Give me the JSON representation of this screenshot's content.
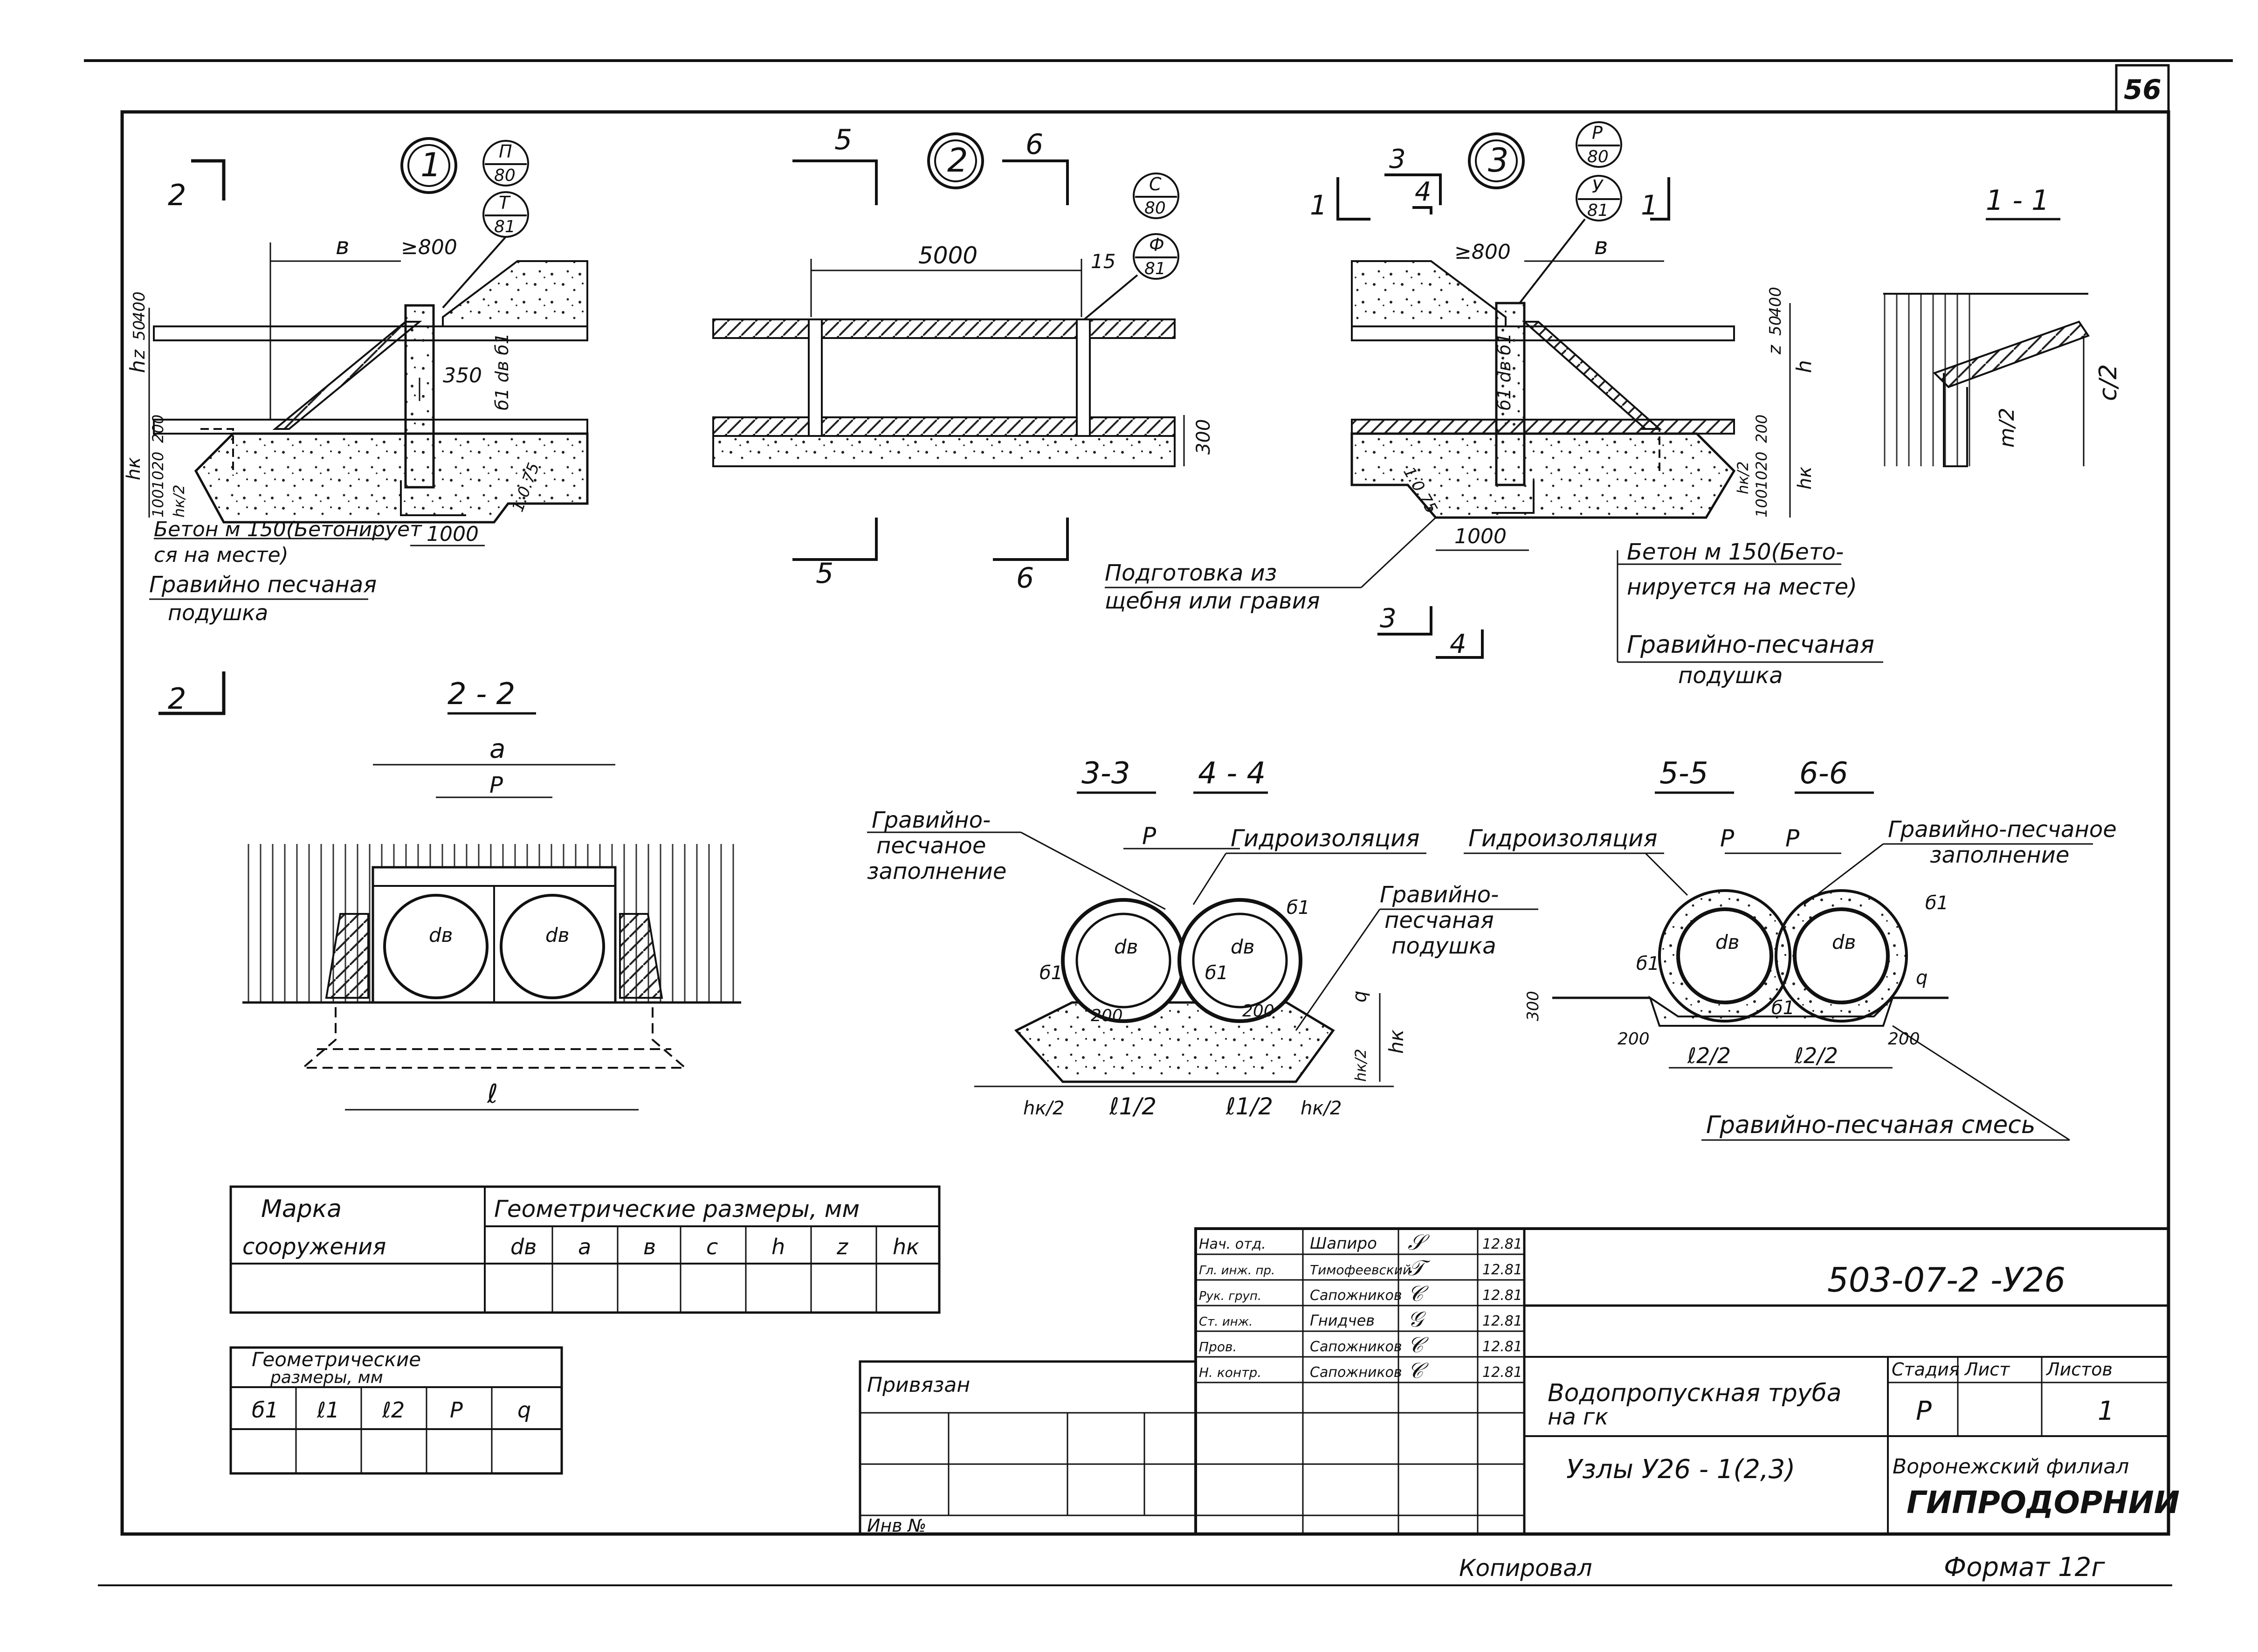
{
  "sheet": {
    "number": "56",
    "designation": "503-07-2 -У26",
    "copied_by": "Копировал",
    "format": "Формат 12г"
  },
  "views": {
    "node1": {
      "label": "1",
      "callout_top": {
        "a": "П",
        "b": "80"
      },
      "callout_bottom": {
        "a": "Т",
        "b": "81"
      }
    },
    "node2": {
      "label": "2",
      "callout_top": {
        "a": "С",
        "b": "80"
      },
      "callout_bottom": {
        "a": "Ф",
        "b": "81"
      }
    },
    "node3": {
      "label": "3",
      "callout_top": {
        "a": "Р",
        "b": "80"
      },
      "callout_bottom": {
        "a": "У",
        "b": "81"
      }
    },
    "sec_1_1": "1 - 1",
    "sec_2_2": "2 - 2",
    "sec_3_3": "3-3",
    "sec_4_4": "4 - 4",
    "sec_5_5": "5-5",
    "sec_6_6": "6-6"
  },
  "cut_marks": {
    "m2": "2",
    "m2b": "2",
    "m5": "5",
    "m5b": "5",
    "m6": "6",
    "m6b": "6",
    "m1": "1",
    "m1b": "1",
    "m3": "3",
    "m3b": "3",
    "m4": "4",
    "m4b": "4"
  },
  "dims": {
    "b": "в",
    "ge800": "≥800",
    "d350": "350",
    "d1000": "1000",
    "d5000": "5000",
    "d15": "15",
    "d300": "300",
    "ge800b": "≥800",
    "b2": "в",
    "d1000b": "1000",
    "h": "h",
    "z": "z",
    "d50": "50",
    "d400": "400",
    "d200": "200",
    "hk": "hк",
    "d100": "100",
    "d1020": "1020",
    "hk2": "hк/2",
    "slope1": "1:0.75",
    "slope2": "1:0.75",
    "pipe_v": "б1 dв б1",
    "pipe_v2": "б1 dв б1",
    "c2": "с/2",
    "m2frac": "m/2",
    "a": "a",
    "p": "P",
    "dv": "dв",
    "dv2": "dв",
    "l": "ℓ",
    "p33": "P",
    "b1a": "б1",
    "b1b": "б1",
    "b1c": "б1",
    "dv33a": "dв",
    "dv33b": "dв",
    "d200a": "200",
    "d200b": "200",
    "hk_33": "hк",
    "hk2_33": "hк/2",
    "q33": "q",
    "hk2_bl": "hк/2",
    "l1_2a": "ℓ1/2",
    "l1_2b": "ℓ1/2",
    "hk2_br": "hк/2",
    "p55a": "P",
    "p55b": "P",
    "b1d": "б1",
    "b1e": "б1",
    "b1f": "б1",
    "dv55a": "dв",
    "dv55b": "dв",
    "d300b": "300",
    "d200c": "200",
    "d200d": "200",
    "q55": "q",
    "l2_2a": "ℓ2/2",
    "l2_2b": "ℓ2/2"
  },
  "notes": {
    "beton_left_1": "Бетон м 150(Бетонирует",
    "beton_left_2": "ся на месте)",
    "gravel_left_1": "Гравийно песчаная",
    "gravel_left_2": "подушка",
    "prep_1": "Подготовка из",
    "prep_2": "щебня или гравия",
    "beton_right_1": "Бетон м 150(Бето-",
    "beton_right_2": "нируется на месте)",
    "gravel_right_1": "Гравийно-песчаная",
    "gravel_right_2": "подушка",
    "fill33_1": "Гравийно-",
    "fill33_2": "песчаное",
    "fill33_3": "заполнение",
    "hydro33": "Гидроизоляция",
    "cushion33_1": "Гравийно-",
    "cushion33_2": "песчаная",
    "cushion33_3": "подушка",
    "hydro55": "Гидроизоляция",
    "fill55_1": "Гравийно-песчаное",
    "fill55_2": "заполнение",
    "mix55": "Гравийно-песчаная смесь"
  },
  "table1": {
    "h_mark_1": "Марка",
    "h_mark_2": "сооружения",
    "h_geom": "Геометрические размеры, мм",
    "cols": [
      "dв",
      "a",
      "в",
      "c",
      "h",
      "z",
      "hк"
    ]
  },
  "table2": {
    "h_geom_1": "Геометрические",
    "h_geom_2": "размеры, мм",
    "cols": [
      "б1",
      "ℓ1",
      "ℓ2",
      "P",
      "q"
    ]
  },
  "title_block": {
    "privyazan": "Привязан",
    "inv": "Инв №",
    "rows": [
      {
        "role": "Нач. отд.",
        "name": "Шапиро",
        "date": "12.81"
      },
      {
        "role": "Гл. инж. пр.",
        "name": "Тимофеевский",
        "date": "12.81"
      },
      {
        "role": "Рук. груп.",
        "name": "Сапожников",
        "date": "12.81"
      },
      {
        "role": "Ст. инж.",
        "name": "Гнидчев",
        "date": "12.81"
      },
      {
        "role": "Пров.",
        "name": "Сапожников",
        "date": "12.81"
      },
      {
        "role": "Н. контр.",
        "name": "Сапожников",
        "date": "12.81"
      }
    ],
    "title_1": "Водопропускная труба",
    "title_2": "на гк",
    "subtitle": "Узлы У26 - 1(2,3)",
    "stage_h": "Стадия",
    "sheet_h": "Лист",
    "sheets_h": "Листов",
    "stage": "Р",
    "sheets": "1",
    "org_1": "Воронежский филиал",
    "org_2": "ГИПРОДОРНИИ"
  }
}
